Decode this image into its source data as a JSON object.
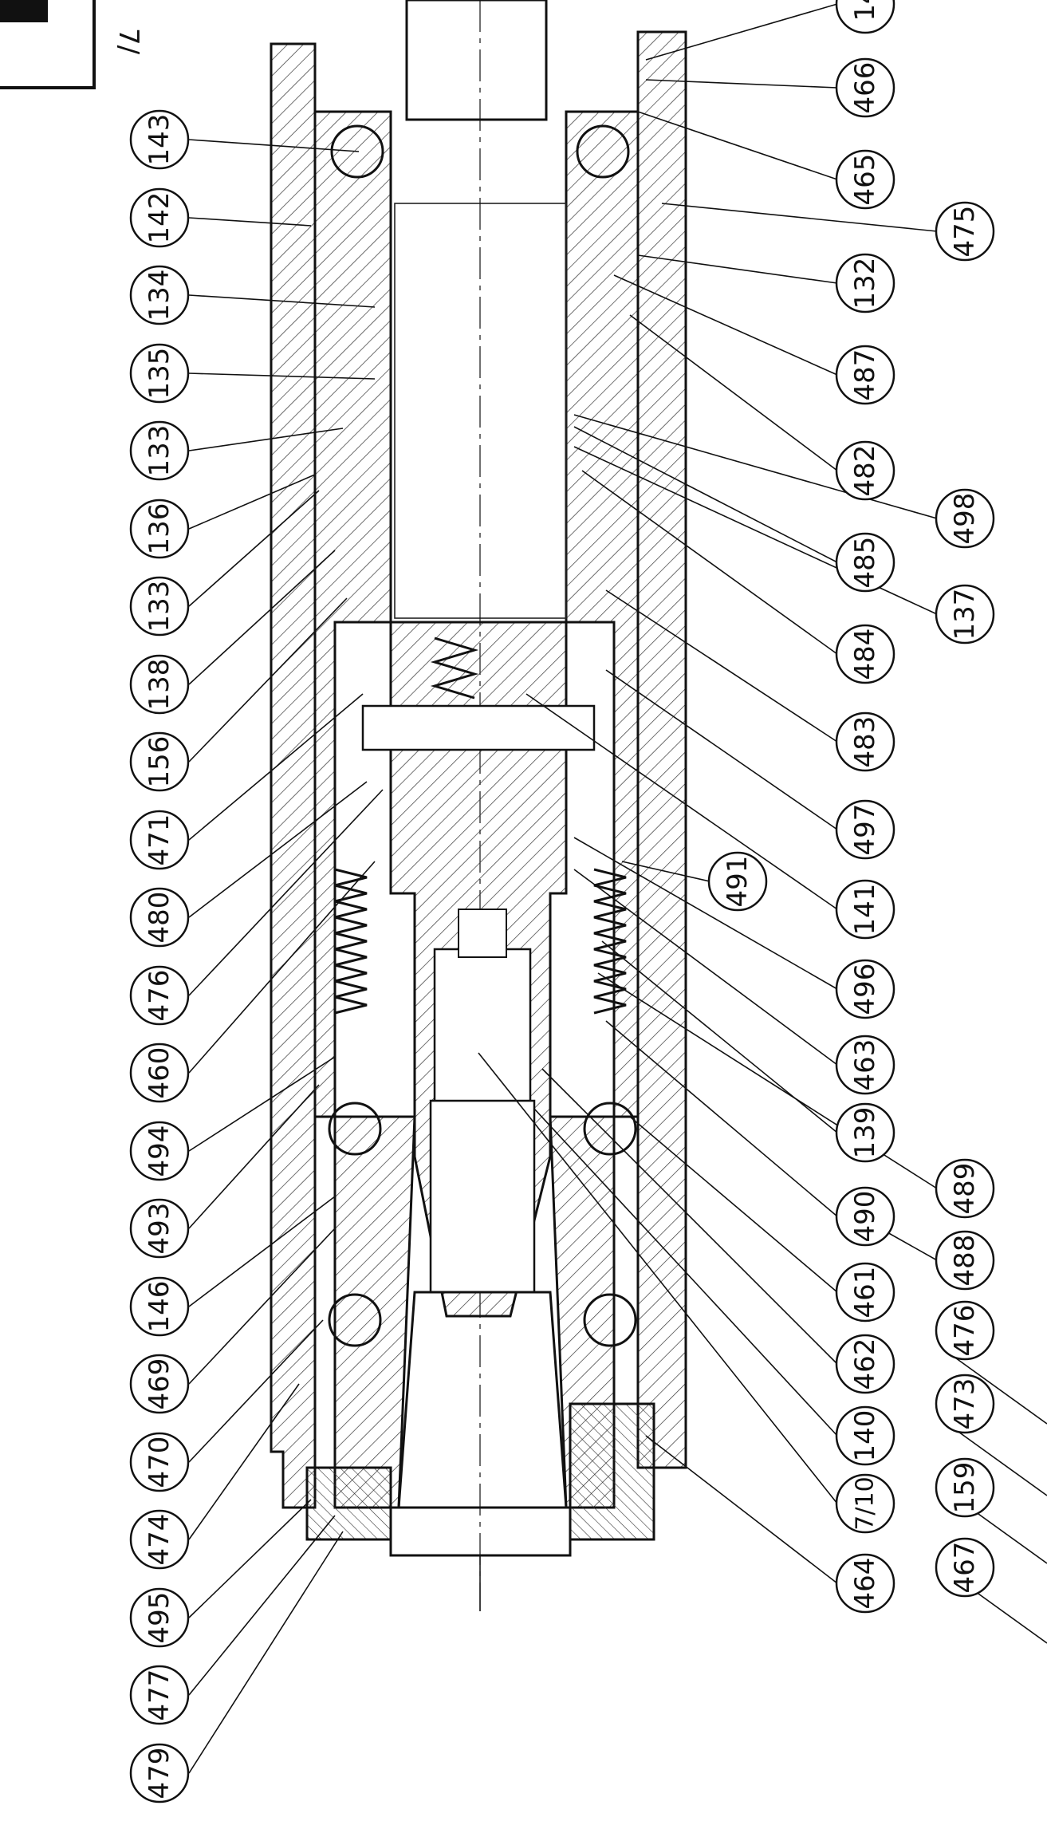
{
  "title_fragment": "7/",
  "callouts_left": [
    "143",
    "142",
    "134",
    "135",
    "133",
    "136",
    "133",
    "138",
    "156",
    "471",
    "480",
    "476",
    "460",
    "494",
    "493",
    "146",
    "469",
    "470",
    "474",
    "495",
    "477",
    "479"
  ],
  "callouts_right": [
    "14",
    "466",
    "465",
    "475",
    "132",
    "487",
    "482",
    "498",
    "485",
    "137",
    "484",
    "483",
    "497",
    "491",
    "141",
    "496",
    "463",
    "139",
    "489",
    "490",
    "488",
    "461",
    "476",
    "462",
    "473",
    "140",
    "159",
    "7/10",
    "467",
    "464"
  ],
  "colors": {
    "ink": "#111111",
    "paper": "#ffffff"
  }
}
